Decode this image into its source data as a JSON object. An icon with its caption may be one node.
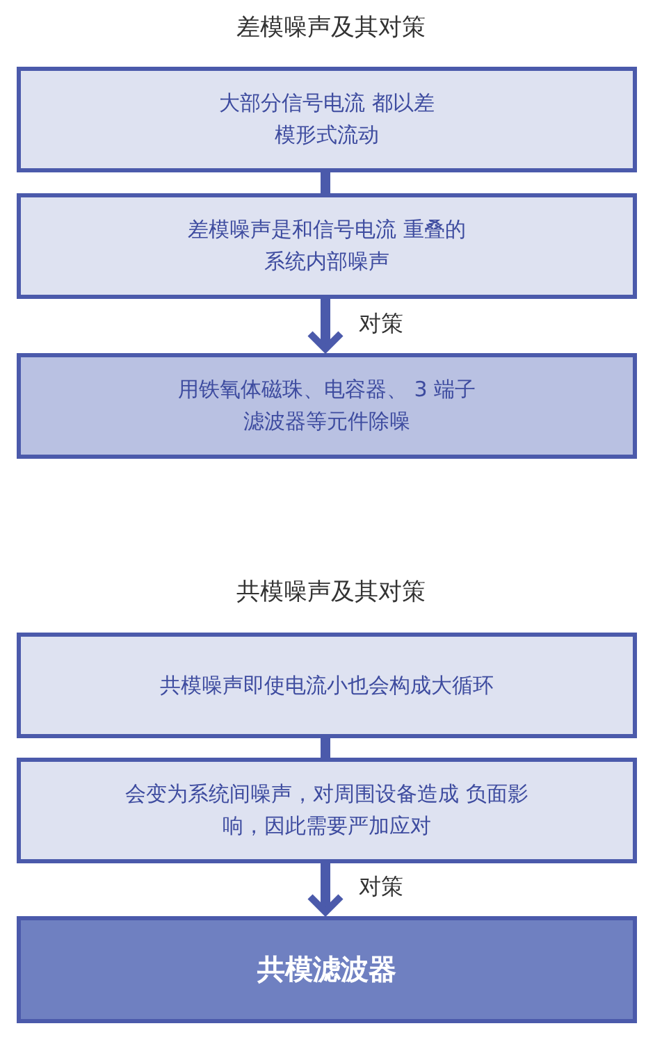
{
  "diagram": {
    "title": "差模噪声及其对策",
    "nodes": [
      {
        "text": [
          "大部分信号电流 都以差模形式流动"
        ]
      },
      {
        "text": [
          "差模噪声是和信号电流 重叠的系统内部噪声"
        ]
      },
      {
        "text": [
          "用铁氧体磁珠、电容器、 3 端子滤波器等元件除噪"
        ]
      },
      {
        "text": [
          "共模噪声即使电流小也会构成大循环"
        ]
      },
      {
        "text": [
          "会变为系统间噪声，对周围设备造成 负面影响，因此需要严加应对"
        ]
      },
      {
        "text": [
          "共模滤波器"
        ]
      }
    ],
    "edges": [
      {
        "from": 0,
        "to": 1,
        "arrow": "none"
      },
      {
        "from": 1,
        "to": 2,
        "arrow": "to",
        "label": "对策"
      },
      {
        "from": 3,
        "to": 4,
        "arrow": "none"
      },
      {
        "from": 4,
        "to": 5,
        "arrow": "to",
        "label": "对策"
      }
    ],
    "labels": [
      "共模噪声及其对策"
    ]
  }
}
